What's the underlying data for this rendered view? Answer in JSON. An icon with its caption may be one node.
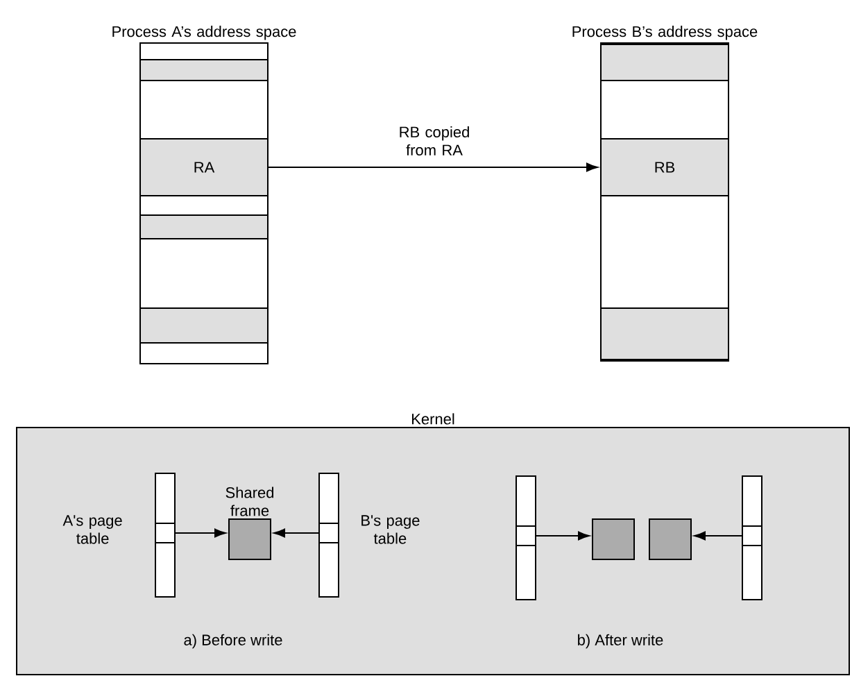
{
  "diagram": {
    "nodes": [
      {
        "text": [
          "Process A’s address space"
        ]
      },
      {
        "text": [],
        "shape": "box",
        "in": 0
      },
      {
        "text": [
          "RA"
        ],
        "in": 0
      },
      {
        "text": [],
        "shape": "box",
        "in": 0
      },
      {
        "text": [],
        "shape": "box",
        "in": 0
      },
      {
        "text": [
          "Process B’s address space"
        ]
      },
      {
        "text": [],
        "shape": "box",
        "in": 5
      },
      {
        "text": [
          "RB"
        ],
        "in": 5
      },
      {
        "text": [],
        "shape": "box",
        "in": 5
      },
      {
        "text": [
          "Kernel"
        ]
      },
      {
        "text": [
          "A's page table"
        ],
        "in": 9
      },
      {
        "text": [
          "Shared frame"
        ],
        "in": 9
      },
      {
        "text": [
          "B's page table"
        ],
        "in": 9
      },
      {
        "text": [],
        "shape": "bar",
        "in": 9
      },
      {
        "text": [],
        "shape": "box",
        "in": 9
      },
      {
        "text": [],
        "shape": "box",
        "in": 9
      },
      {
        "text": [],
        "shape": "bar",
        "in": 9
      }
    ],
    "edges": [
      {
        "from": 2,
        "to": 7,
        "arrow": "to",
        "label": "RB copied from RA"
      },
      {
        "from": 10,
        "to": 11,
        "arrow": "to"
      },
      {
        "from": 12,
        "to": 11,
        "arrow": "to"
      },
      {
        "from": 13,
        "to": 14,
        "arrow": "to"
      },
      {
        "from": 16,
        "to": 15,
        "arrow": "to"
      }
    ],
    "labels": [
      "a) Before write",
      "b) After write"
    ]
  }
}
